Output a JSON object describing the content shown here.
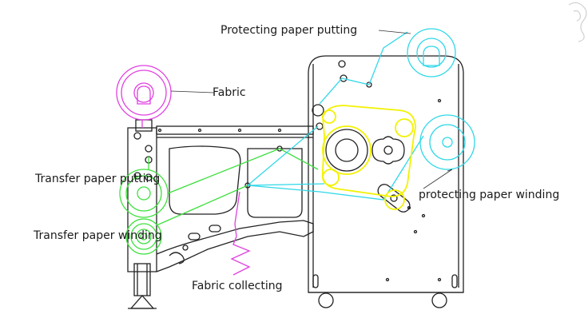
{
  "labels": {
    "protecting_paper_putting": "Protecting paper putting",
    "fabric": "Fabric",
    "transfer_paper_putting": "Transfer paper putting",
    "transfer_paper_winding": "Transfer paper winding",
    "protecting_paper_winding": "protecting paper winding",
    "fabric_collecting": "Fabric collecting"
  },
  "colors": {
    "fabric": "#e040e0",
    "transfer_paper": "#3ee03e",
    "protecting_paper": "#2fd8e8",
    "heat_roller_path": "#f2f200",
    "frame": "#222222"
  }
}
